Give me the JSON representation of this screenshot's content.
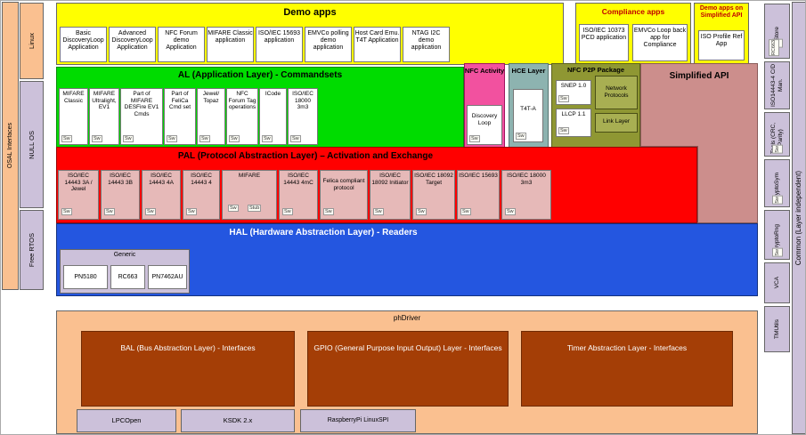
{
  "colors": {
    "yellow": "#FFFF00",
    "green": "#00DC00",
    "red": "#FF0000",
    "blue": "#2456E0",
    "orange": "#FAC090",
    "lavender": "#CCC1DA",
    "pink": "#F2519F",
    "teal": "#8DB3B0",
    "olive": "#8F9733",
    "rose": "#CC8E8C",
    "pal_module_pink": "#E6B9B8",
    "brown": "#A43E06",
    "compliance_title_red": "#C00000"
  },
  "osal": {
    "label": "OSAL Interfaces",
    "systems": [
      {
        "label": "Linux"
      },
      {
        "label": "NULL OS"
      },
      {
        "label": "Free RTOS"
      }
    ]
  },
  "demo_apps": {
    "title": "Demo apps",
    "apps": [
      {
        "label": "Basic DiscoveryLoop Application"
      },
      {
        "label": "Advanced DiscoveryLoop Application"
      },
      {
        "label": "NFC Forum demo Application"
      },
      {
        "label": "MIFARE Classic application"
      },
      {
        "label": "ISO/IEC 15693 application"
      },
      {
        "label": "EMVCo polling demo application"
      },
      {
        "label": "Host Card Emu. T4T Application"
      },
      {
        "label": "NTAG I2C demo application"
      }
    ]
  },
  "compliance_apps": {
    "title": "Compliance apps",
    "apps": [
      {
        "label": "ISO/IEC 10373 PCD application"
      },
      {
        "label": "EMVCo Loop back app for Compliance"
      }
    ]
  },
  "simplified_demo": {
    "title": "Demo apps on Simplified API",
    "apps": [
      {
        "label": "ISO Profile Ref App"
      }
    ]
  },
  "al": {
    "title": "AL (Application Layer) - Commandsets",
    "modules": [
      {
        "label": "MIFARE Classic",
        "tags": [
          "Sw"
        ]
      },
      {
        "label": "MIFARE Ultralight, EV1",
        "tags": [
          "Sw"
        ]
      },
      {
        "label": "Part of MIFARE DESFire EV1 Cmds",
        "tags": [
          "Sw"
        ]
      },
      {
        "label": "Part of FeliCa Cmd set",
        "tags": [
          "Sw"
        ]
      },
      {
        "label": "Jewel/ Topaz",
        "tags": [
          "Sw"
        ]
      },
      {
        "label": "NFC Forum Tag operations",
        "tags": [
          "Sw"
        ]
      },
      {
        "label": "ICode",
        "tags": [
          "Sw"
        ]
      },
      {
        "label": "ISO/IEC 18000 3m3",
        "tags": [
          "Sw"
        ]
      }
    ]
  },
  "nfc_activity": {
    "title": "NFC Activity",
    "modules": [
      {
        "label": "Discovery Loop",
        "tags": [
          "Sw"
        ]
      }
    ]
  },
  "hce": {
    "title": "HCE Layer",
    "modules": [
      {
        "label": "T4T-A",
        "tags": [
          "Sw"
        ]
      }
    ]
  },
  "p2p": {
    "title": "NFC P2P Package",
    "modules": [
      {
        "label": "SNEP 1.0",
        "tags": [
          "Sw"
        ]
      },
      {
        "label": "Network Protocols"
      },
      {
        "label": "LLCP 1.1",
        "tags": [
          "Sw"
        ]
      },
      {
        "label": "Link Layer"
      }
    ]
  },
  "simplified_api": {
    "title": "Simplified API"
  },
  "pal": {
    "title": "PAL (Protocol Abstraction Layer) – Activation  and Exchange",
    "modules": [
      {
        "label": "ISO/IEC 14443 3A / Jewel",
        "tags": [
          "Sw"
        ]
      },
      {
        "label": "ISO/IEC 14443 3B",
        "tags": [
          "Sw"
        ]
      },
      {
        "label": "ISO/IEC 14443 4A",
        "tags": [
          "Sw"
        ]
      },
      {
        "label": "ISO/IEC 14443 4",
        "tags": [
          "Sw"
        ]
      },
      {
        "label": "MIFARE",
        "tags": [
          "Sw",
          "Stub"
        ]
      },
      {
        "label": "ISO/IEC 14443 4mC",
        "tags": [
          "Sw"
        ]
      },
      {
        "label": "Felica compliant protocol",
        "tags": [
          "Sw"
        ]
      },
      {
        "label": "ISO/IEC 18092 Initiator",
        "tags": [
          "Sw"
        ]
      },
      {
        "label": "ISO/IEC 18092 Target",
        "tags": [
          "Sw"
        ]
      },
      {
        "label": "ISO/IEC 15693",
        "tags": [
          "Sw"
        ]
      },
      {
        "label": "ISO/IEC 18000 3m3",
        "tags": [
          "Sw"
        ]
      }
    ]
  },
  "hal": {
    "title": "HAL (Hardware Abstraction Layer) - Readers",
    "generic": {
      "title": "Generic",
      "chips": [
        {
          "label": "PN5180"
        },
        {
          "label": "RC663"
        },
        {
          "label": "PN7462AU"
        }
      ]
    }
  },
  "phdriver": {
    "title": "phDriver",
    "interfaces": [
      {
        "label": "BAL (Bus Abstraction Layer) - Interfaces"
      },
      {
        "label": "GPIO (General Purpose Input Output) Layer - Interfaces"
      },
      {
        "label": "Timer Abstraction Layer - Interfaces"
      }
    ],
    "platforms": [
      {
        "label": "LPCOpen"
      },
      {
        "label": "KSDK 2.x"
      },
      {
        "label": "RaspberryPi LinuxSPI"
      }
    ]
  },
  "common": {
    "label": "Common (Layer independent)",
    "items": [
      {
        "label": "Key Store",
        "tags": [
          "Sw",
          "RC663"
        ]
      },
      {
        "label": "ISO14443-4 C/D Man."
      },
      {
        "label": "Tools (CRC, Parity)",
        "tags": [
          "Sw"
        ]
      },
      {
        "label": "CryptoSym",
        "tags": [
          "Sw"
        ]
      },
      {
        "label": "CryptoRng",
        "tags": [
          "Sw"
        ]
      },
      {
        "label": "VCA"
      },
      {
        "label": "TMUtils"
      }
    ]
  }
}
